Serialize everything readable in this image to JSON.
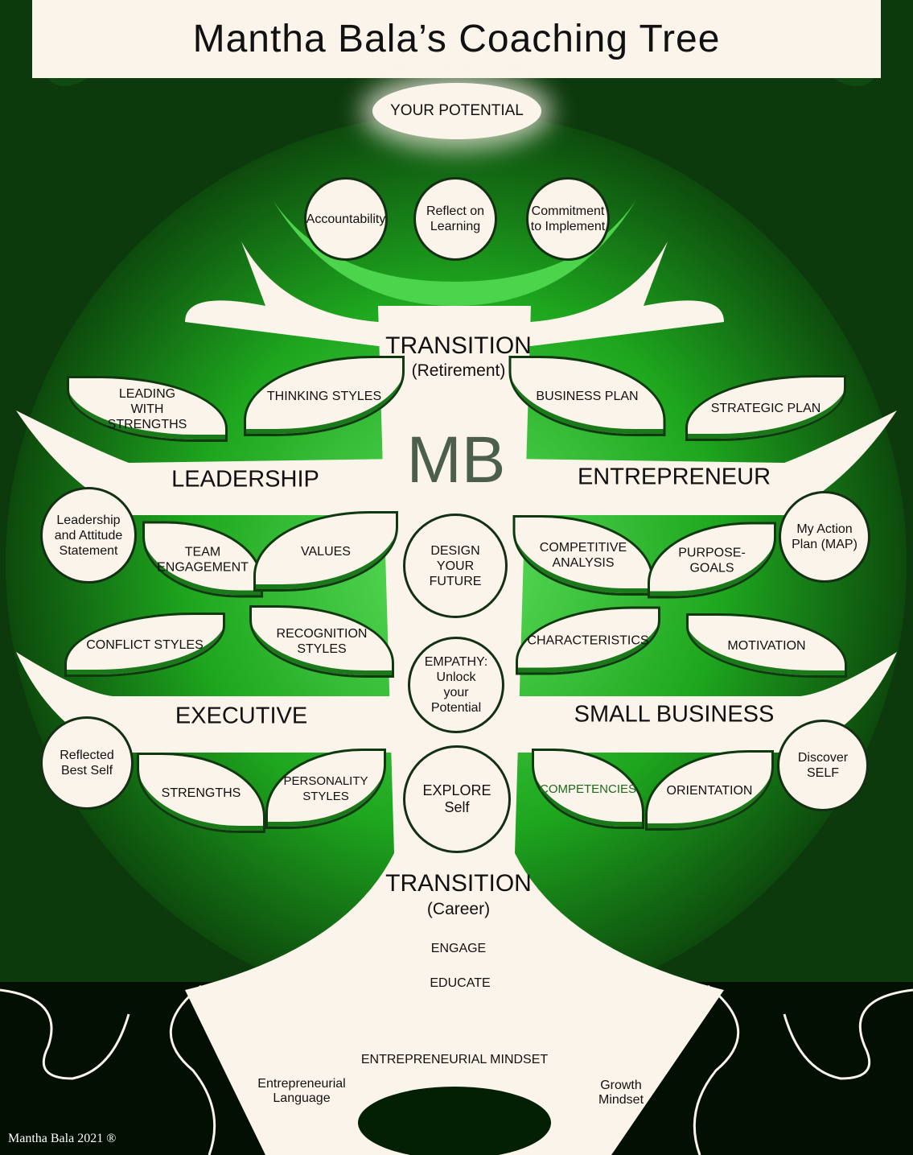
{
  "title": "Mantha Bala’s Coaching Tree",
  "top": {
    "potential": "YOUR POTENTIAL",
    "circles": [
      "Accountability",
      "Reflect on Learning",
      "Commitment to Implement"
    ]
  },
  "transition_retirement": {
    "title": "TRANSITION",
    "subtitle": "(Retirement)"
  },
  "logo": "MB",
  "upper_leaves": [
    "LEADING WITH STRENGTHS",
    "THINKING STYLES",
    "BUSINESS PLAN",
    "STRATEGIC PLAN"
  ],
  "leadership": {
    "title": "LEADERSHIP",
    "circle": "Leadership and Attitude Statement",
    "leaves": [
      "TEAM ENGAGEMENT",
      "VALUES",
      "CONFLICT STYLES",
      "RECOGNITION STYLES"
    ]
  },
  "entrepreneur": {
    "title": "ENTREPRENEUR",
    "circle": "My Action Plan (MAP)",
    "leaves": [
      "COMPETITIVE ANALYSIS",
      "PURPOSE-GOALS",
      "CHARACTERISTICS",
      "MOTIVATION"
    ]
  },
  "executive": {
    "title": "EXECUTIVE",
    "circle": "Reflected Best Self",
    "leaves": [
      "STRENGTHS",
      "PERSONALITY STYLES"
    ]
  },
  "small_business": {
    "title": "SMALL BUSINESS",
    "circle": "Discover SELF",
    "leaves": [
      "COMPETENCIES",
      "ORIENTATION"
    ]
  },
  "trunk_circles": [
    "DESIGN YOUR FUTURE",
    "EMPATHY: Unlock your Potential",
    "EXPLORE Self"
  ],
  "transition_career": {
    "title": "TRANSITION",
    "subtitle": "(Career)"
  },
  "roots": {
    "engage": "ENGAGE",
    "educate": "EDUCATE",
    "mindset": "ENTREPRENEURIAL MINDSET",
    "language": "Entrepreneurial Language",
    "growth": "Growth Mindset"
  },
  "copyright": "Mantha Bala 2021 ®",
  "colors": {
    "cream": "#faf4ea",
    "green": "#1f9a1f",
    "dark": "#0b2a0b"
  }
}
